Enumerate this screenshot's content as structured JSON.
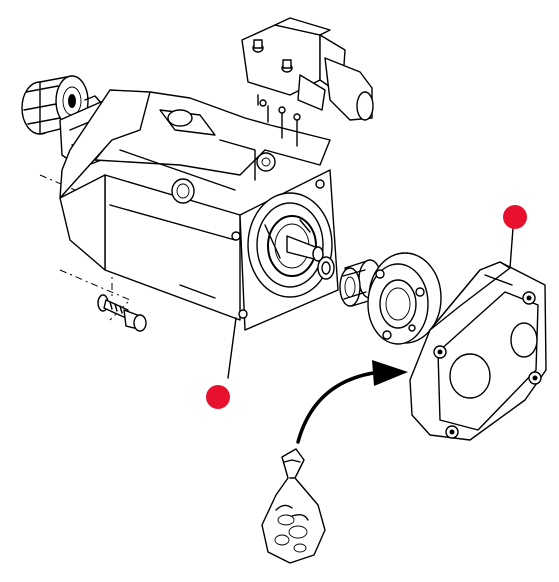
{
  "diagram": {
    "type": "exploded-assembly-illustration",
    "colors": {
      "line": "#000000",
      "background": "#ffffff",
      "marker": "#e8112d"
    },
    "parts": [
      "bearing",
      "valve-block",
      "pump-housing",
      "shaft-seal",
      "bearing-ring",
      "thrust-plate",
      "end-cover",
      "screw-washer",
      "seal-kit-bag"
    ],
    "markers": [
      {
        "id": "marker-end-cover"
      },
      {
        "id": "marker-housing"
      }
    ]
  }
}
